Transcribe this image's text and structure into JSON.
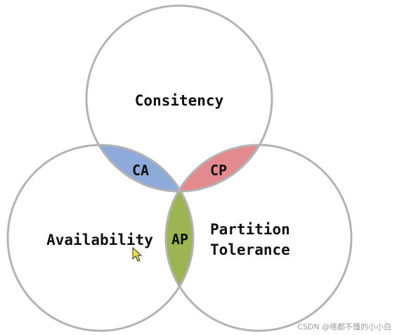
{
  "diagram": {
    "sets": [
      {
        "id": "consistency",
        "label": "Consitency"
      },
      {
        "id": "availability",
        "label": "Availability"
      },
      {
        "id": "partition",
        "label_lines": [
          "Partition",
          "Tolerance"
        ]
      }
    ],
    "intersections": [
      {
        "id": "ca",
        "label": "CA",
        "color": "#8eaadb"
      },
      {
        "id": "cp",
        "label": "CP",
        "color": "#e38a8f"
      },
      {
        "id": "ap",
        "label": "AP",
        "color": "#9bb552"
      }
    ],
    "circle_stroke_color": "#b3b3b3"
  },
  "watermark": "CSDN @啥都不懂的小小白"
}
